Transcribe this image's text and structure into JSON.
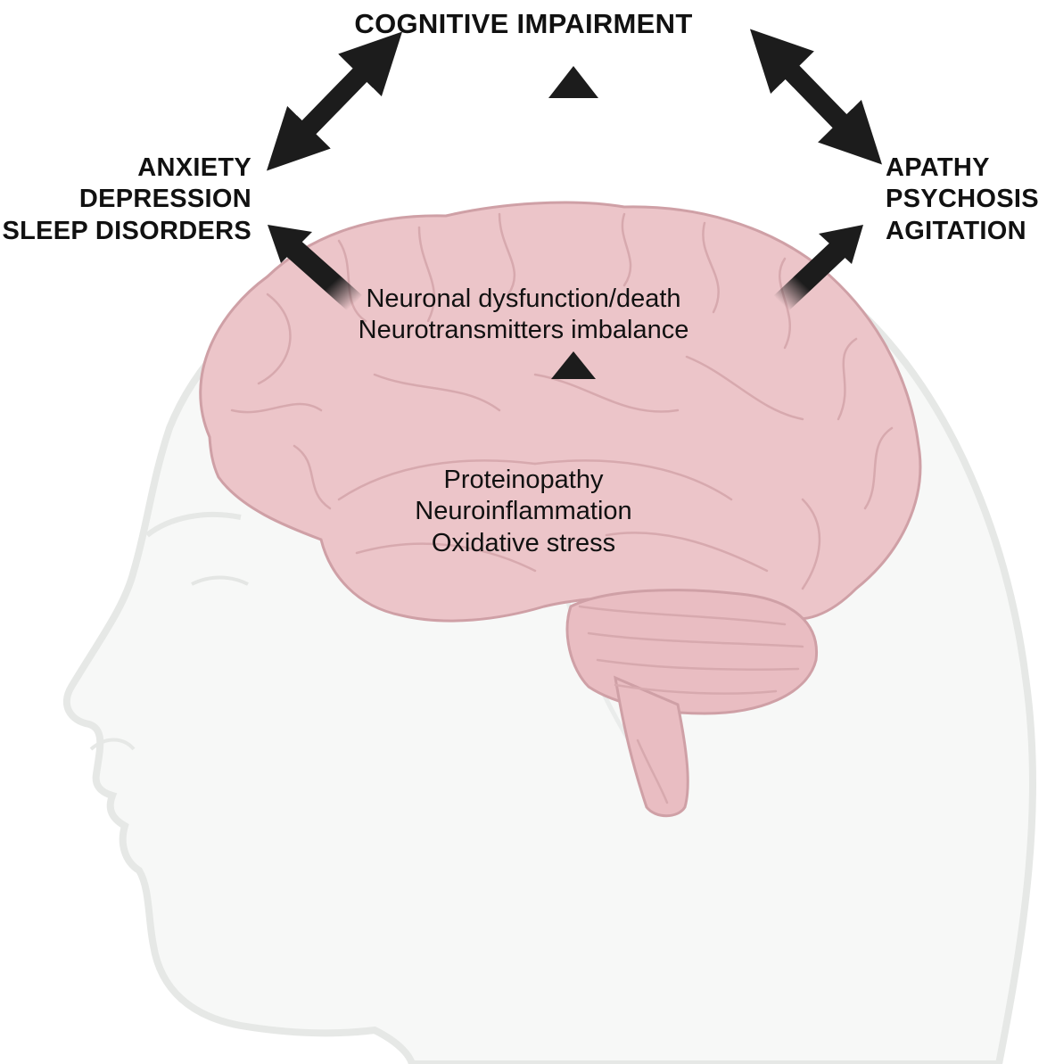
{
  "outcomes": {
    "top": "COGNITIVE IMPAIRMENT",
    "left": [
      "ANXIETY",
      "DEPRESSION",
      "SLEEP DISORDERS"
    ],
    "right": [
      "APATHY",
      "PSYCHOSIS",
      "AGITATION"
    ]
  },
  "mechanisms": {
    "neuronal": [
      "Neuronal dysfunction/death",
      "Neurotransmitters imbalance"
    ],
    "molecular": [
      "Proteinopathy",
      "Neuroinflammation",
      "Oxidative stress"
    ]
  },
  "colors": {
    "arrow": "#1c1c1c",
    "brain_fill": "#ecc5c9",
    "brain_line": "#cfa0a6",
    "head_fill": "#f7f8f7",
    "head_line": "#e6e8e6",
    "text": "#111111"
  },
  "icons": [
    "human-head-silhouette",
    "brain-illustration"
  ]
}
